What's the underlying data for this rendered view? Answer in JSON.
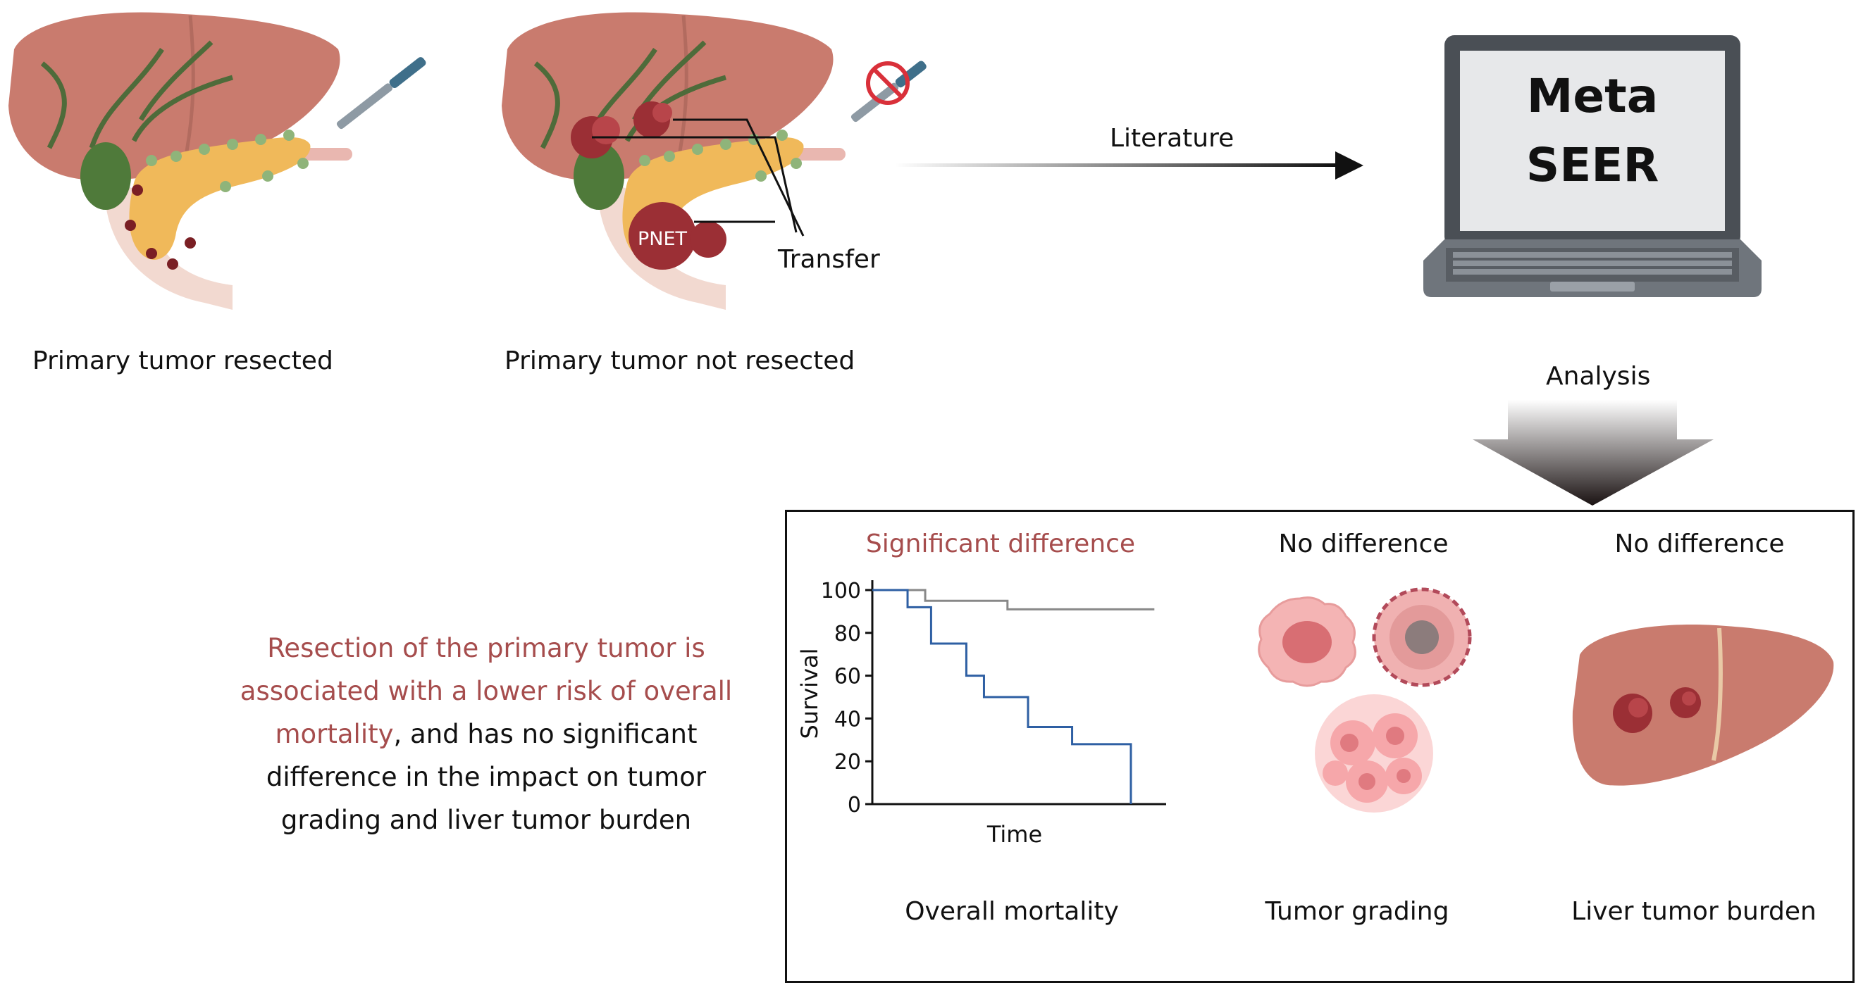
{
  "labels": {
    "primary_resected": "Primary tumor resected",
    "primary_not_resected": "Primary tumor not resected",
    "pnet": "PNET",
    "transfer": "Transfer",
    "literature": "Literature",
    "analysis": "Analysis"
  },
  "laptop": {
    "line1": "Meta",
    "line2": "SEER"
  },
  "summary": {
    "red_part": "Resection of the primary tumor is associated with a lower risk of overall mortality",
    "black_part": ", and has no significant difference in the impact on tumor grading and liver tumor burden"
  },
  "panels": [
    {
      "header": "Significant difference",
      "caption": "Overall mortality"
    },
    {
      "header": "No difference",
      "caption": "Tumor grading"
    },
    {
      "header": "No difference",
      "caption": "Liver tumor burden"
    }
  ],
  "chart_data": {
    "type": "line",
    "xlabel": "Time",
    "ylabel": "Survival",
    "ylim": [
      0,
      100
    ],
    "yticks": [
      0,
      20,
      40,
      60,
      80,
      100
    ],
    "xlim": [
      0,
      10
    ],
    "series": [
      {
        "color": "#888888",
        "step": true,
        "x": [
          0,
          1.8,
          1.8,
          4.6,
          4.6,
          9.6
        ],
        "y": [
          100,
          100,
          95,
          95,
          91,
          91
        ]
      },
      {
        "color": "#2e5fa3",
        "step": true,
        "x": [
          0,
          1.2,
          1.2,
          2.0,
          2.0,
          3.2,
          3.2,
          3.8,
          3.8,
          5.3,
          5.3,
          6.8,
          6.8,
          8.8,
          8.8
        ],
        "y": [
          100,
          100,
          92,
          92,
          75,
          75,
          60,
          60,
          50,
          50,
          36,
          36,
          28,
          28,
          0
        ]
      }
    ]
  },
  "colors": {
    "accent_red": "#a64d4d",
    "liver": "#c97b6e",
    "pancreas": "#f0b95a",
    "gallbladder": "#4f7a3a",
    "tumor": "#9b2f35",
    "km_blue": "#2e5fa3",
    "km_gray": "#888888"
  },
  "icons": [
    "liver-icon",
    "pancreas-icon",
    "scalpel-icon",
    "no-scalpel-icon",
    "laptop-icon",
    "cell-icon",
    "arrow-icon"
  ]
}
